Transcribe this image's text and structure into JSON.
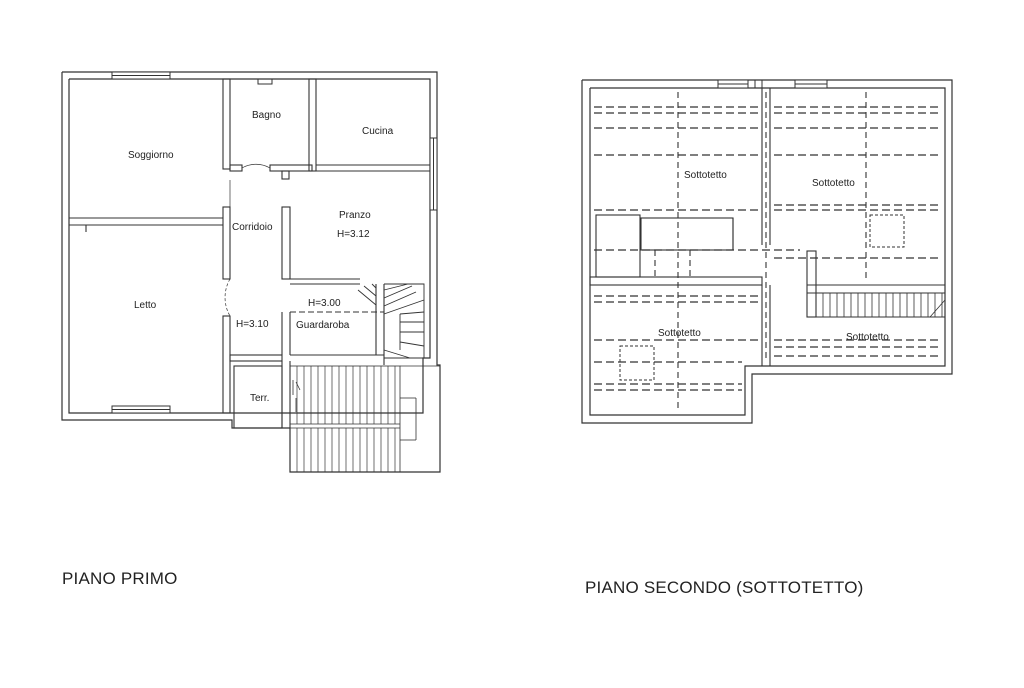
{
  "plans": {
    "first_floor": {
      "caption": "PIANO PRIMO",
      "rooms": {
        "soggiorno": "Soggiorno",
        "bagno": "Bagno",
        "cucina": "Cucina",
        "corridoio": "Corridoio",
        "pranzo": "Pranzo",
        "pranzo_height": "H=3.12",
        "letto": "Letto",
        "letto_height": "H=3.10",
        "guardaroba": "Guardaroba",
        "guardaroba_height": "H=3.00",
        "terrazzo": "Terr."
      }
    },
    "second_floor": {
      "caption": "PIANO SECONDO (SOTTOTETTO)",
      "rooms": {
        "sottotetto_1": "Sottotetto",
        "sottotetto_2": "Sottotetto",
        "sottotetto_3": "Sottotetto",
        "sottotetto_4": "Sottotetto"
      }
    }
  }
}
